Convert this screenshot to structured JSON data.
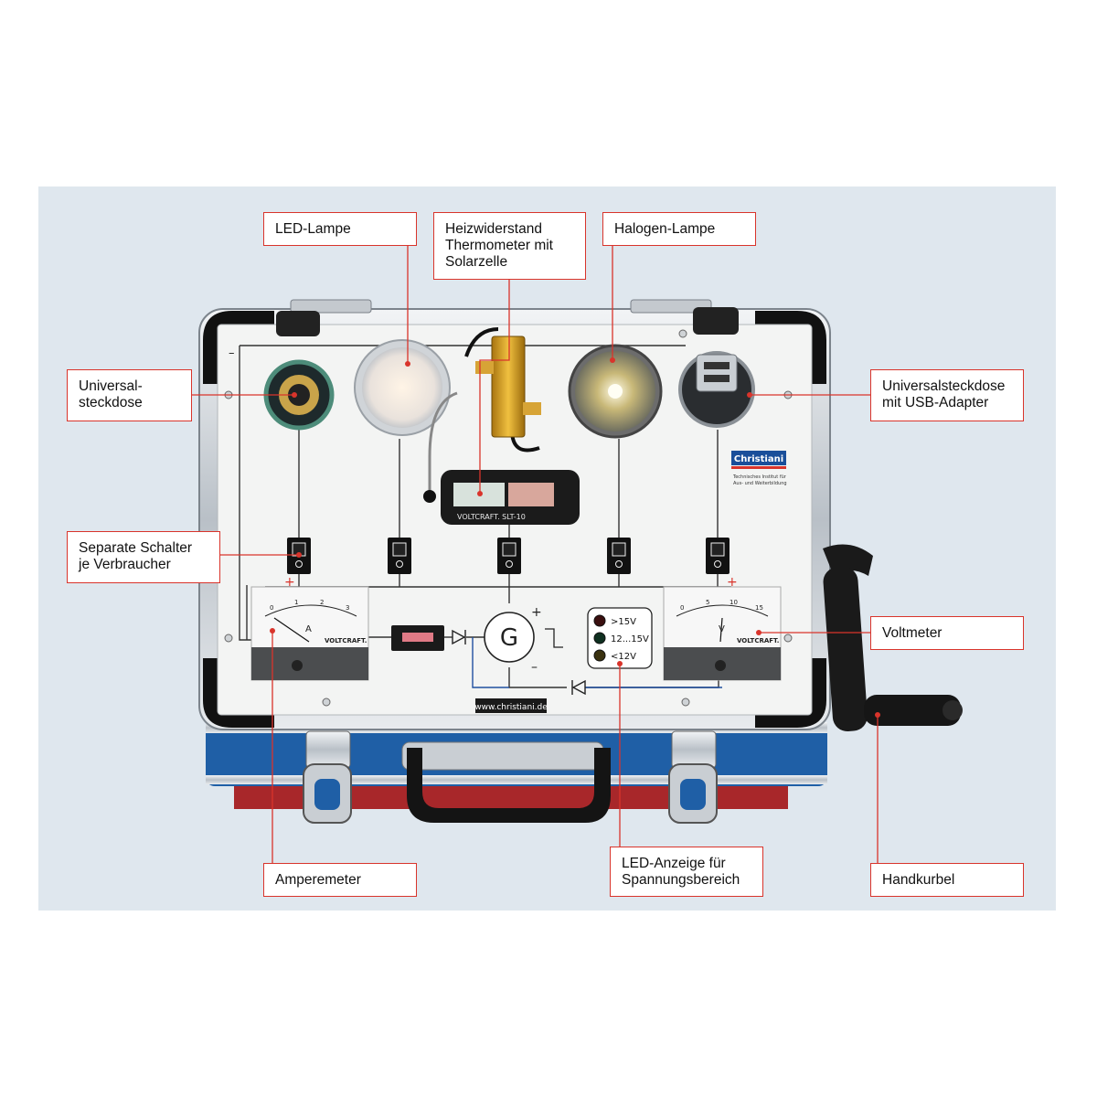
{
  "callouts": {
    "led_lampe": "LED-Lampe",
    "heizwiderstand": "Heizwiderstand\nThermometer mit\nSolarzelle",
    "halogen": "Halogen-Lampe",
    "universal_steckdose": "Universal-\nsteckdose",
    "universal_usb": "Universalsteckdose\nmit USB-Adapter",
    "separate_schalter": "Separate Schalter\nje Verbraucher",
    "voltmeter": "Voltmeter",
    "amperemeter": "Amperemeter",
    "led_anzeige": "LED-Anzeige für\nSpannungsbereich",
    "handkurbel": "Handkurbel"
  },
  "device": {
    "brand": "Christiani",
    "institute_line1": "Technisches Institut für",
    "institute_line2": "Aus- und Weiterbildung",
    "website": "www.christiani.de",
    "thermometer_label": "VOLTCRAFT. SLT-10",
    "ammeter_brand": "VOLTCRAFT.",
    "ammeter_unit": "A",
    "ammeter_scale": [
      "0",
      "1",
      "2",
      "3"
    ],
    "voltmeter_brand": "VOLTCRAFT.",
    "voltmeter_unit": "V",
    "voltmeter_scale": [
      "0",
      "5",
      "10",
      "15"
    ],
    "generator_symbol": "G",
    "generator_plus": "+",
    "generator_minus": "–",
    "meter_plus": "+",
    "led_levels": [
      ">15V",
      "12...15V",
      "<12V"
    ],
    "rail_minus": "–"
  },
  "colors": {
    "accent_red": "#d9342b",
    "panel_bg": "#dfe7ee",
    "case_blue": "#1f5fa6",
    "case_red": "#a8272a"
  }
}
